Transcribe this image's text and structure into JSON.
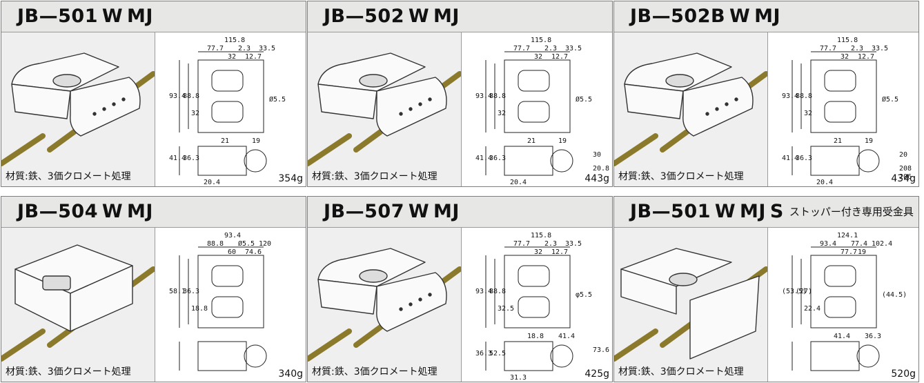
{
  "panels": [
    {
      "model": "JB—501 W MJ",
      "suffix": "",
      "material": "材質:鉄、3価クロメート処理",
      "weight": "354g",
      "dims": [
        "115.8",
        "77.7",
        "2.3",
        "33.5",
        "32",
        "12.7",
        "93.4",
        "88.8",
        "32",
        "Ø5.5",
        "21",
        "19",
        "41.4",
        "36.3",
        "20.4"
      ]
    },
    {
      "model": "JB—502 W MJ",
      "suffix": "",
      "material": "材質:鉄、3価クロメート処理",
      "weight": "443g",
      "dims": [
        "115.8",
        "77.7",
        "2.3",
        "33.5",
        "32",
        "12.7",
        "93.4",
        "88.8",
        "32",
        "Ø5.5",
        "21",
        "19",
        "41.4",
        "36.3",
        "20.4",
        "30",
        "20.8"
      ]
    },
    {
      "model": "JB—502B W MJ",
      "suffix": "",
      "material": "材質:鉄、3価クロメート処理",
      "weight": "434g",
      "dims": [
        "115.8",
        "77.7",
        "2.3",
        "33.5",
        "32",
        "12.7",
        "93.4",
        "88.8",
        "32",
        "Ø5.5",
        "21",
        "19",
        "41.4",
        "36.3",
        "20.4",
        "20",
        "208",
        "206"
      ]
    },
    {
      "model": "JB—504 W MJ",
      "suffix": "",
      "material": "材質:鉄、3価クロメート処理",
      "weight": "340g",
      "dims": [
        "93.4",
        "88.8",
        "Ø5.5",
        "120",
        "60",
        "74.6",
        "58.1",
        "36.3",
        "18.8"
      ]
    },
    {
      "model": "JB—507 W MJ",
      "suffix": "",
      "material": "材質:鉄、3価クロメート処理",
      "weight": "425g",
      "dims": [
        "115.8",
        "77.7",
        "2.3",
        "33.5",
        "32",
        "12.7",
        "93.4",
        "88.8",
        "32.5",
        "φ5.5",
        "18.8",
        "41.4",
        "36.3",
        "52.5",
        "31.3",
        "73.6"
      ]
    },
    {
      "model": "JB—501 W MJ S",
      "suffix": "ストッパー付き専用受金具",
      "material": "材質:鉄、3価クロメート処理",
      "weight": "520g",
      "dims": [
        "124.1",
        "93.4",
        "77.4",
        "102.4",
        "77.7",
        "19",
        "(53.5)",
        "(27)",
        "22.4",
        "(44.5)",
        "41.4",
        "36.3"
      ]
    }
  ],
  "colors": {
    "header_bg": "#e7e7e5",
    "photo_bg": "#efefef",
    "rod": "#8b7a2c",
    "border": "#7d7d7d"
  }
}
